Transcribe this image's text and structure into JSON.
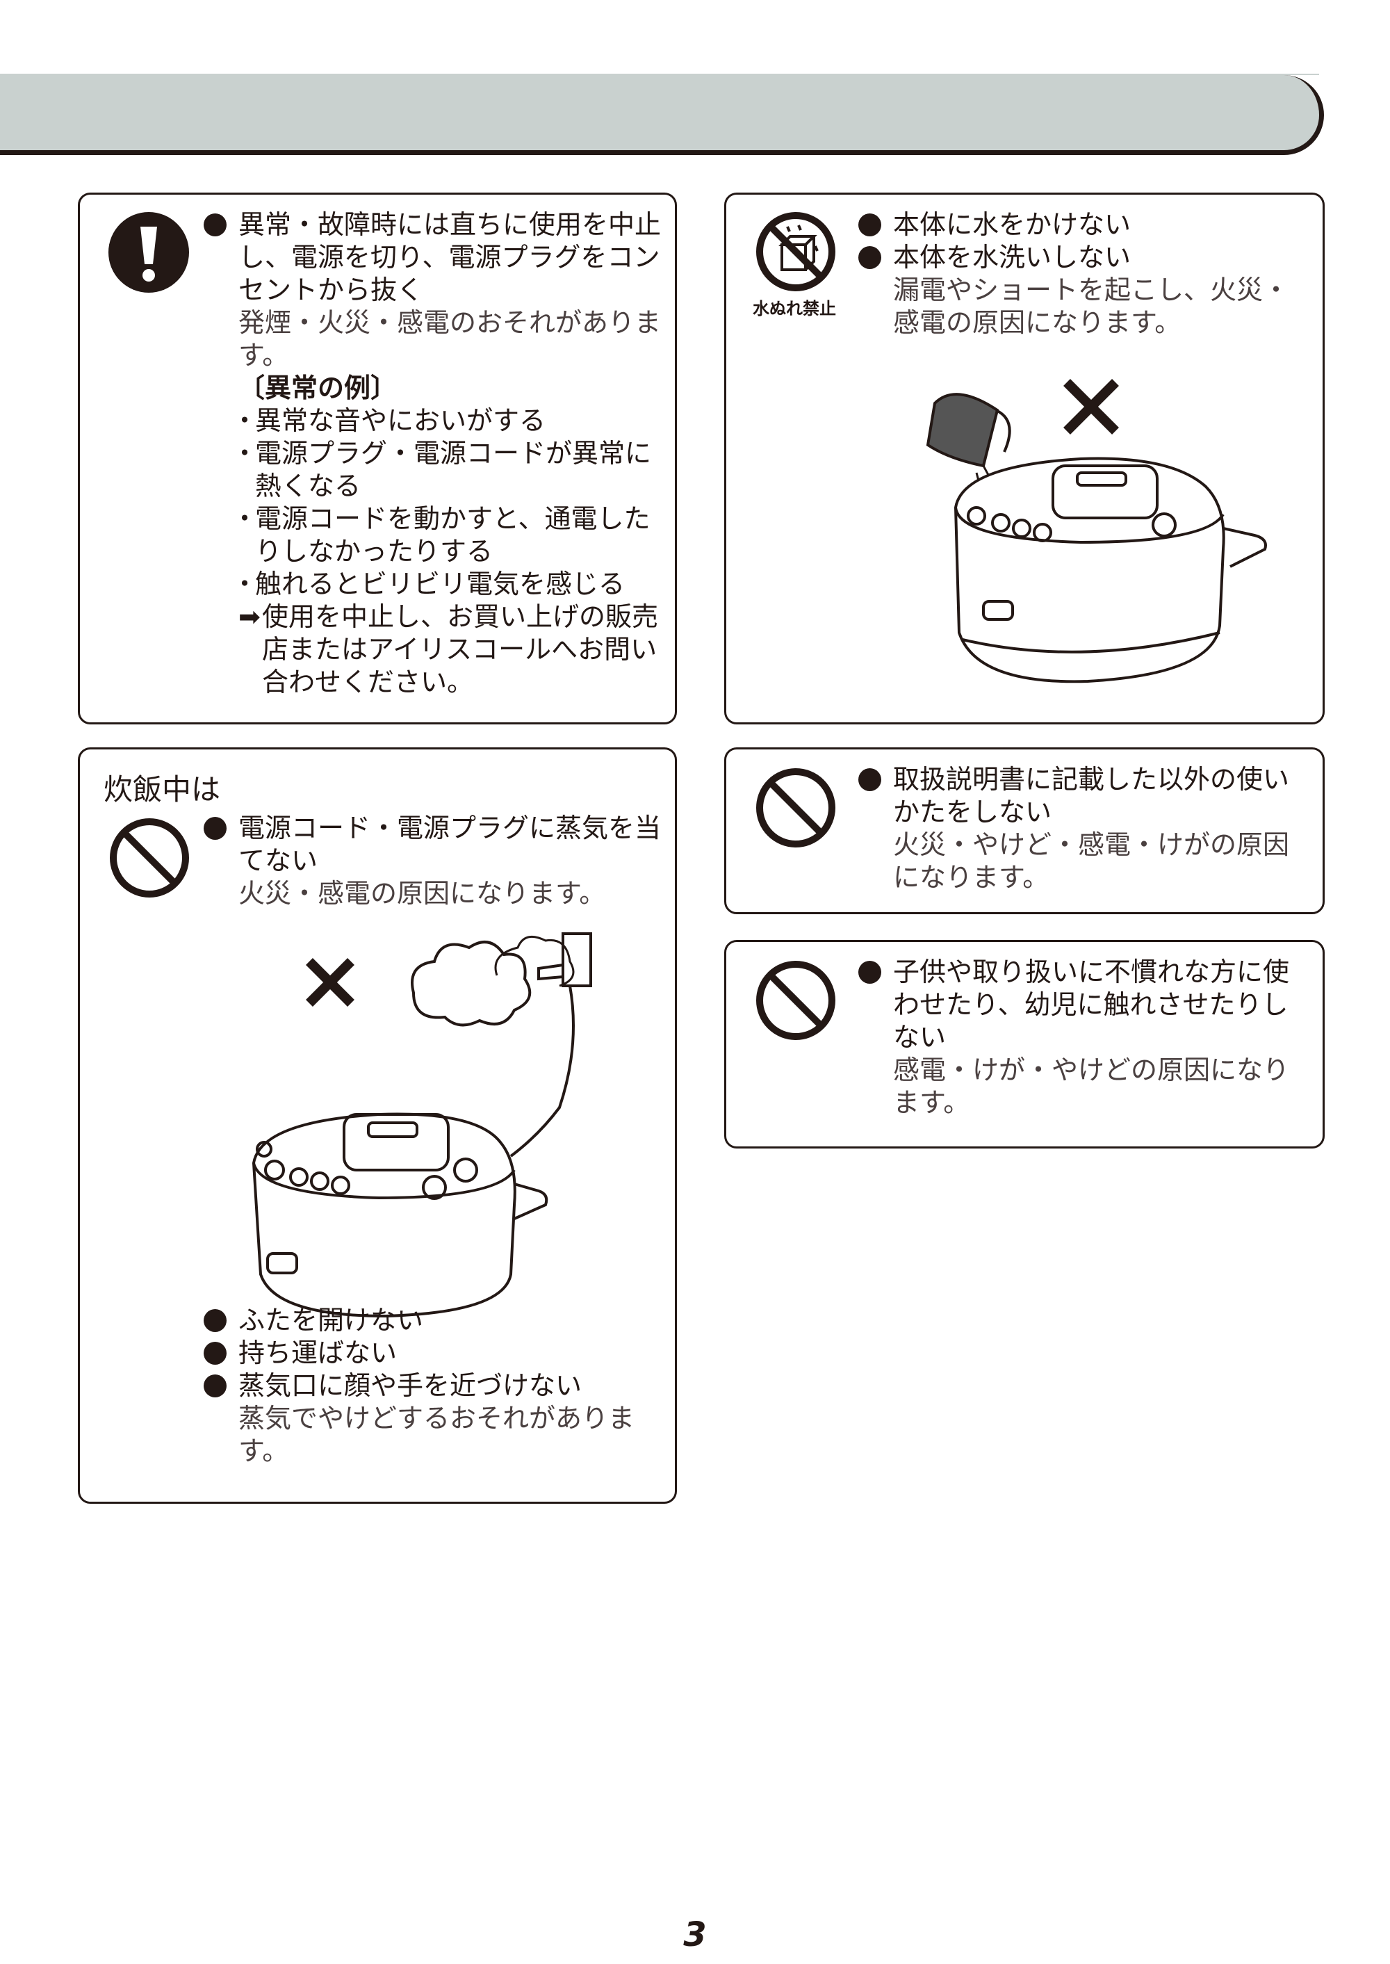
{
  "box1": {
    "items": [
      {
        "head": "異常・故障時には直ちに使用を中止し、電源を切り、電源プラグをコンセントから抜く",
        "body": "発煙・火災・感電のおそれがあります。"
      }
    ],
    "example_title": "〔異常の例〕",
    "examples": [
      "異常な音やにおいがする",
      "電源プラグ・電源コードが異常に熱くなる",
      "電源コードを動かすと、通電したりしなかったりする",
      "触れるとビリビリ電気を感じる"
    ],
    "action_arrow": "➡",
    "action": "使用を中止し、お買い上げの販売店またはアイリスコールへお問い合わせください。"
  },
  "box2": {
    "icon_label": "水ぬれ禁止",
    "items": [
      "本体に水をかけない",
      "本体を水洗いしない"
    ],
    "body": "漏電やショートを起こし、火災・感電の原因になります。"
  },
  "box3": {
    "section_title": "炊飯中は",
    "item1_head": "電源コード・電源プラグに蒸気を当てない",
    "item1_body": "火災・感電の原因になります。",
    "items": [
      "ふたを開けない",
      "持ち運ばない",
      "蒸気口に顔や手を近づけない"
    ],
    "body": "蒸気でやけどするおそれがあります。"
  },
  "box4": {
    "head": "取扱説明書に記載した以外の使いかたをしない",
    "body": "火災・やけど・感電・けがの原因になります。"
  },
  "box5": {
    "head": "子供や取り扱いに不慣れな方に使わせたり、幼児に触れさせたりしない",
    "body": "感電・けが・やけどの原因になります。"
  },
  "page_number": "3"
}
